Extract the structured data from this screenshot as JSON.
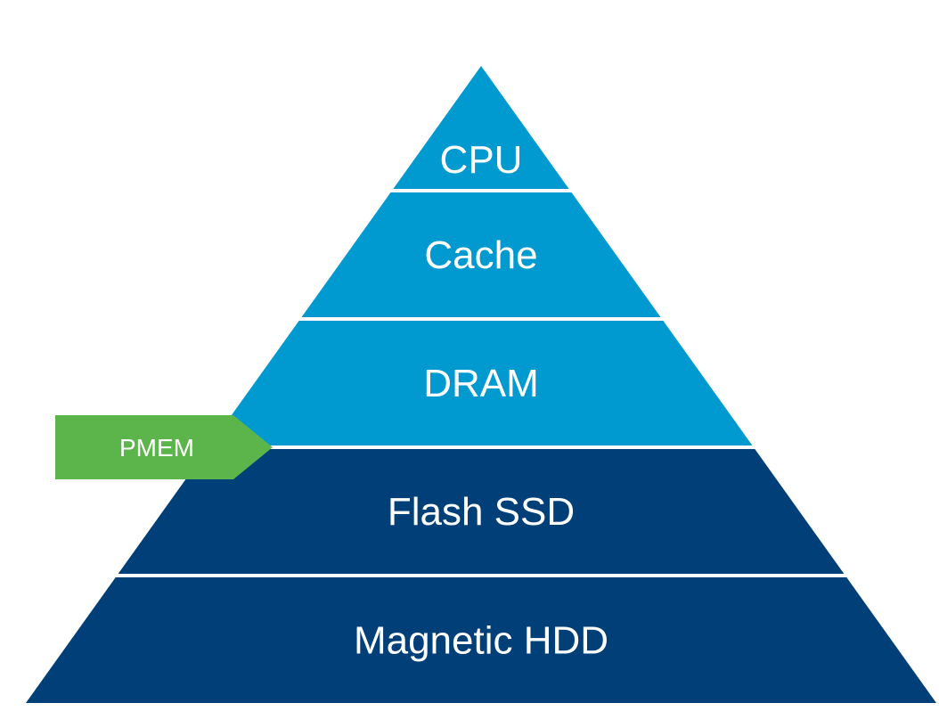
{
  "diagram": {
    "title": "Memory / storage hierarchy pyramid",
    "tiers": [
      {
        "label": "CPU",
        "color": "#0099d0"
      },
      {
        "label": "Cache",
        "color": "#0099d0"
      },
      {
        "label": "DRAM",
        "color": "#0099d0"
      },
      {
        "label": "Flash SSD",
        "color": "#003f77"
      },
      {
        "label": "Magnetic HDD",
        "color": "#003f77"
      }
    ],
    "callout": {
      "label": "PMEM",
      "color": "#5cb54b",
      "position": "between DRAM and Flash SSD"
    },
    "separator_color": "#ffffff"
  }
}
